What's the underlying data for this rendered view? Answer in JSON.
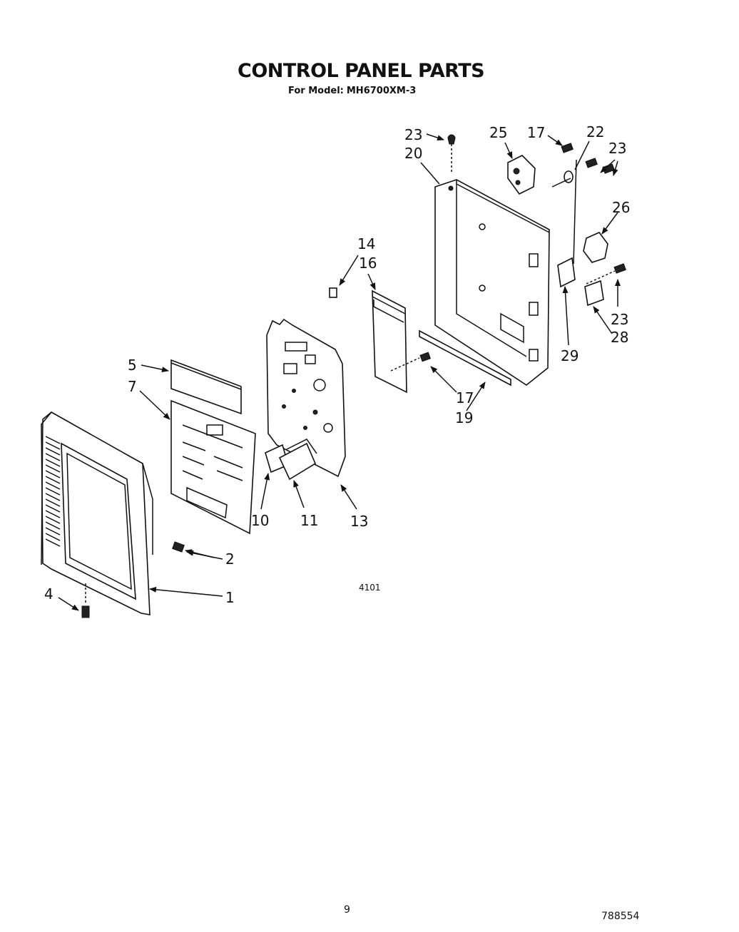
{
  "header": {
    "title": "CONTROL PANEL PARTS",
    "model_label": "For Model:",
    "model_number": "MH6700XM-3"
  },
  "diagram": {
    "callouts": [
      "23",
      "20",
      "25",
      "17",
      "22",
      "23",
      "26",
      "14",
      "16",
      "23",
      "28",
      "29",
      "5",
      "7",
      "17",
      "19",
      "10",
      "11",
      "13",
      "2",
      "1",
      "4"
    ],
    "drawing_number": "4101"
  },
  "footer": {
    "page_number": "9",
    "document_number": "788554"
  }
}
